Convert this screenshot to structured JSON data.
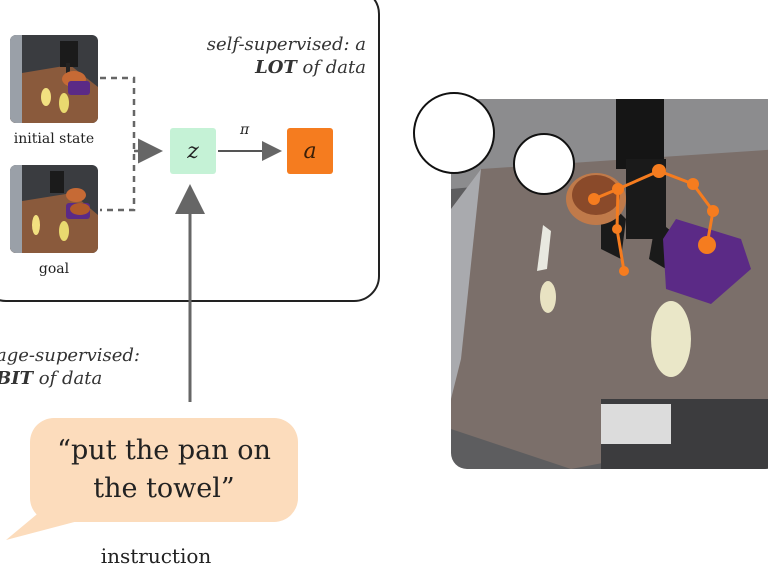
{
  "diagram": {
    "self_supervised": {
      "line1": "self-supervised: a",
      "line2_bold": "LOT",
      "line2_rest": " of data"
    },
    "language_supervised": {
      "line1": "age-supervised:",
      "line2_bold": "BIT",
      "line2_rest": " of data"
    },
    "initial_state_label": "initial state",
    "goal_label": "goal",
    "latent_node": "z",
    "policy_label": "π",
    "action_node": "a",
    "instruction_text_line1": "“put the pan on",
    "instruction_text_line2": "the towel”",
    "instruction_label": "instruction"
  },
  "colors": {
    "latent_fill": "#c5f2d6",
    "action_fill": "#f57c1f",
    "bubble_fill": "#fcdcbc",
    "keypoint": "#f57c1f",
    "towel": "#5b2a86"
  },
  "icons": [
    "thought-bubble-large-circle",
    "thought-bubble-small-circle",
    "robot-keypoint-skeleton"
  ]
}
